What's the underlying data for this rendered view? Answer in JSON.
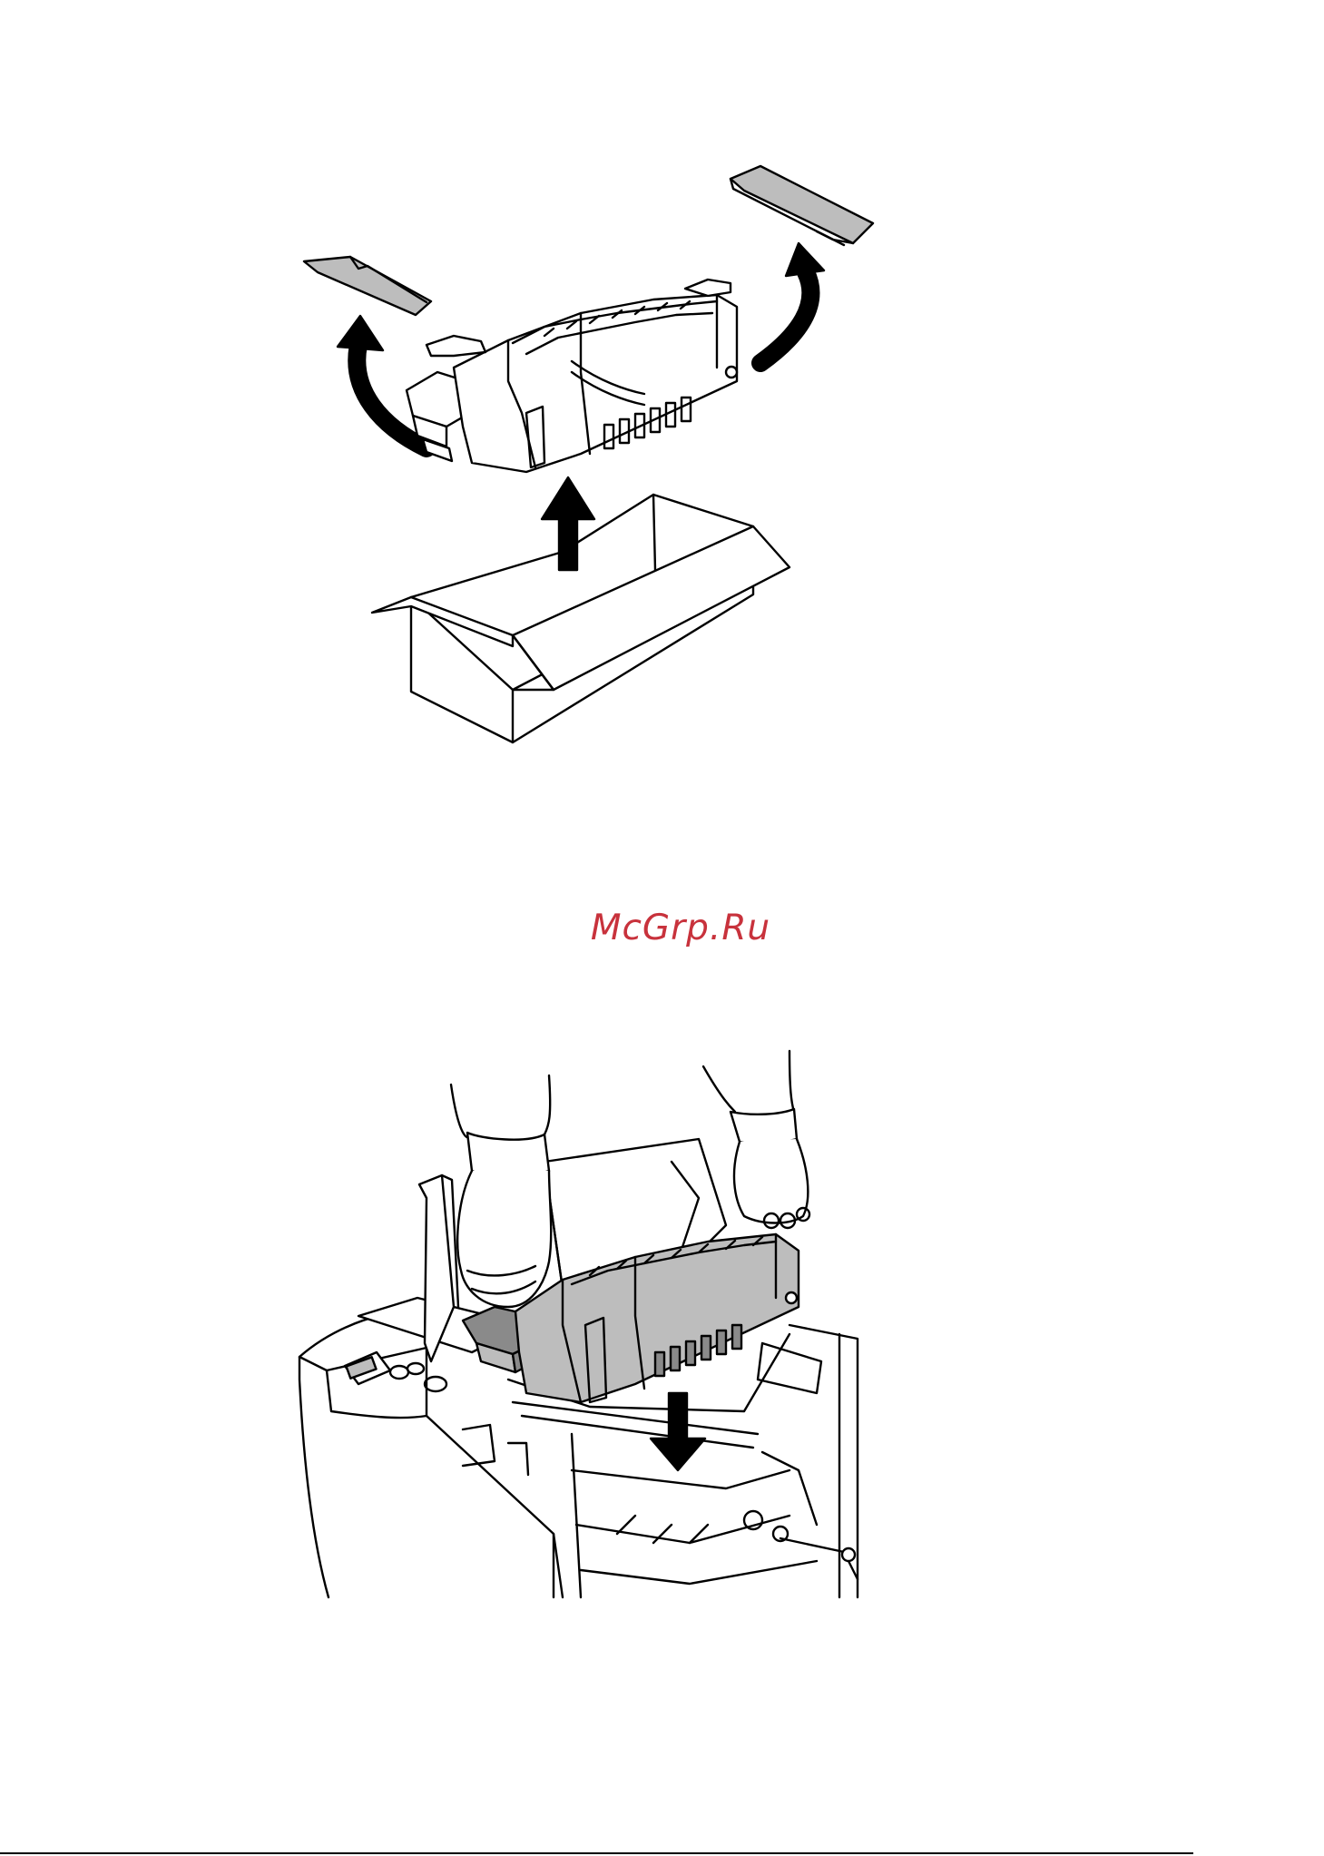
{
  "watermark": {
    "text": "McGrp.Ru",
    "color": "#c8323c"
  },
  "colors": {
    "line": "#000000",
    "part_fill": "#bdbdbd",
    "part_dark": "#8a8a8a",
    "paper": "#ffffff"
  },
  "illustrations": [
    {
      "icon": "fuser-unpacking-illustration"
    },
    {
      "icon": "fuser-install-illustration"
    }
  ]
}
